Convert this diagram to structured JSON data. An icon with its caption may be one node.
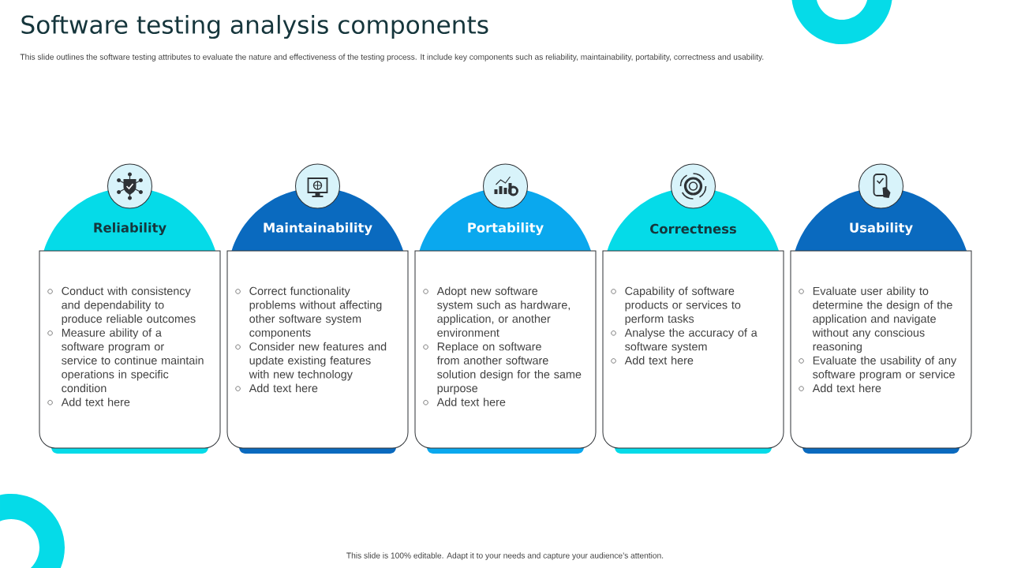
{
  "diagram": {
    "title": "Software testing analysis components",
    "nodes": [
      {
        "text": [
          "Reliability",
          "Conduct with consistency and dependability to produce reliable outcomes",
          "Measure ability of a software program or service to continue maintain operations in specific condition",
          "Add text here"
        ]
      },
      {
        "text": [
          "Maintainability",
          "Correct functionality problems without affecting other software system components",
          "Consider new features and update existing features with new technology",
          "Add text here"
        ]
      },
      {
        "text": [
          "Portability",
          "Adopt new software system such as hardware, application, or another environment",
          "Replace on software from another software solution design for the same purpose",
          "Add text here"
        ]
      },
      {
        "text": [
          "Correctness",
          "Capability of software products or services to perform tasks",
          "Analyse the accuracy of a software system",
          "Add text here"
        ]
      },
      {
        "text": [
          "Usability",
          "Evaluate user ability to determine the design of the application and navigate without any conscious reasoning",
          "Evaluate the usability of any software program or service",
          "Add text here"
        ]
      }
    ],
    "labels": [
      "This slide outlines the software testing attributes to evaluate the nature and effectiveness of the testing process. It include key components such as reliability, maintainability, portability, correctness and usability.",
      "This slide is 100% editable. Adapt it to your needs and capture your audience’s attention."
    ]
  }
}
